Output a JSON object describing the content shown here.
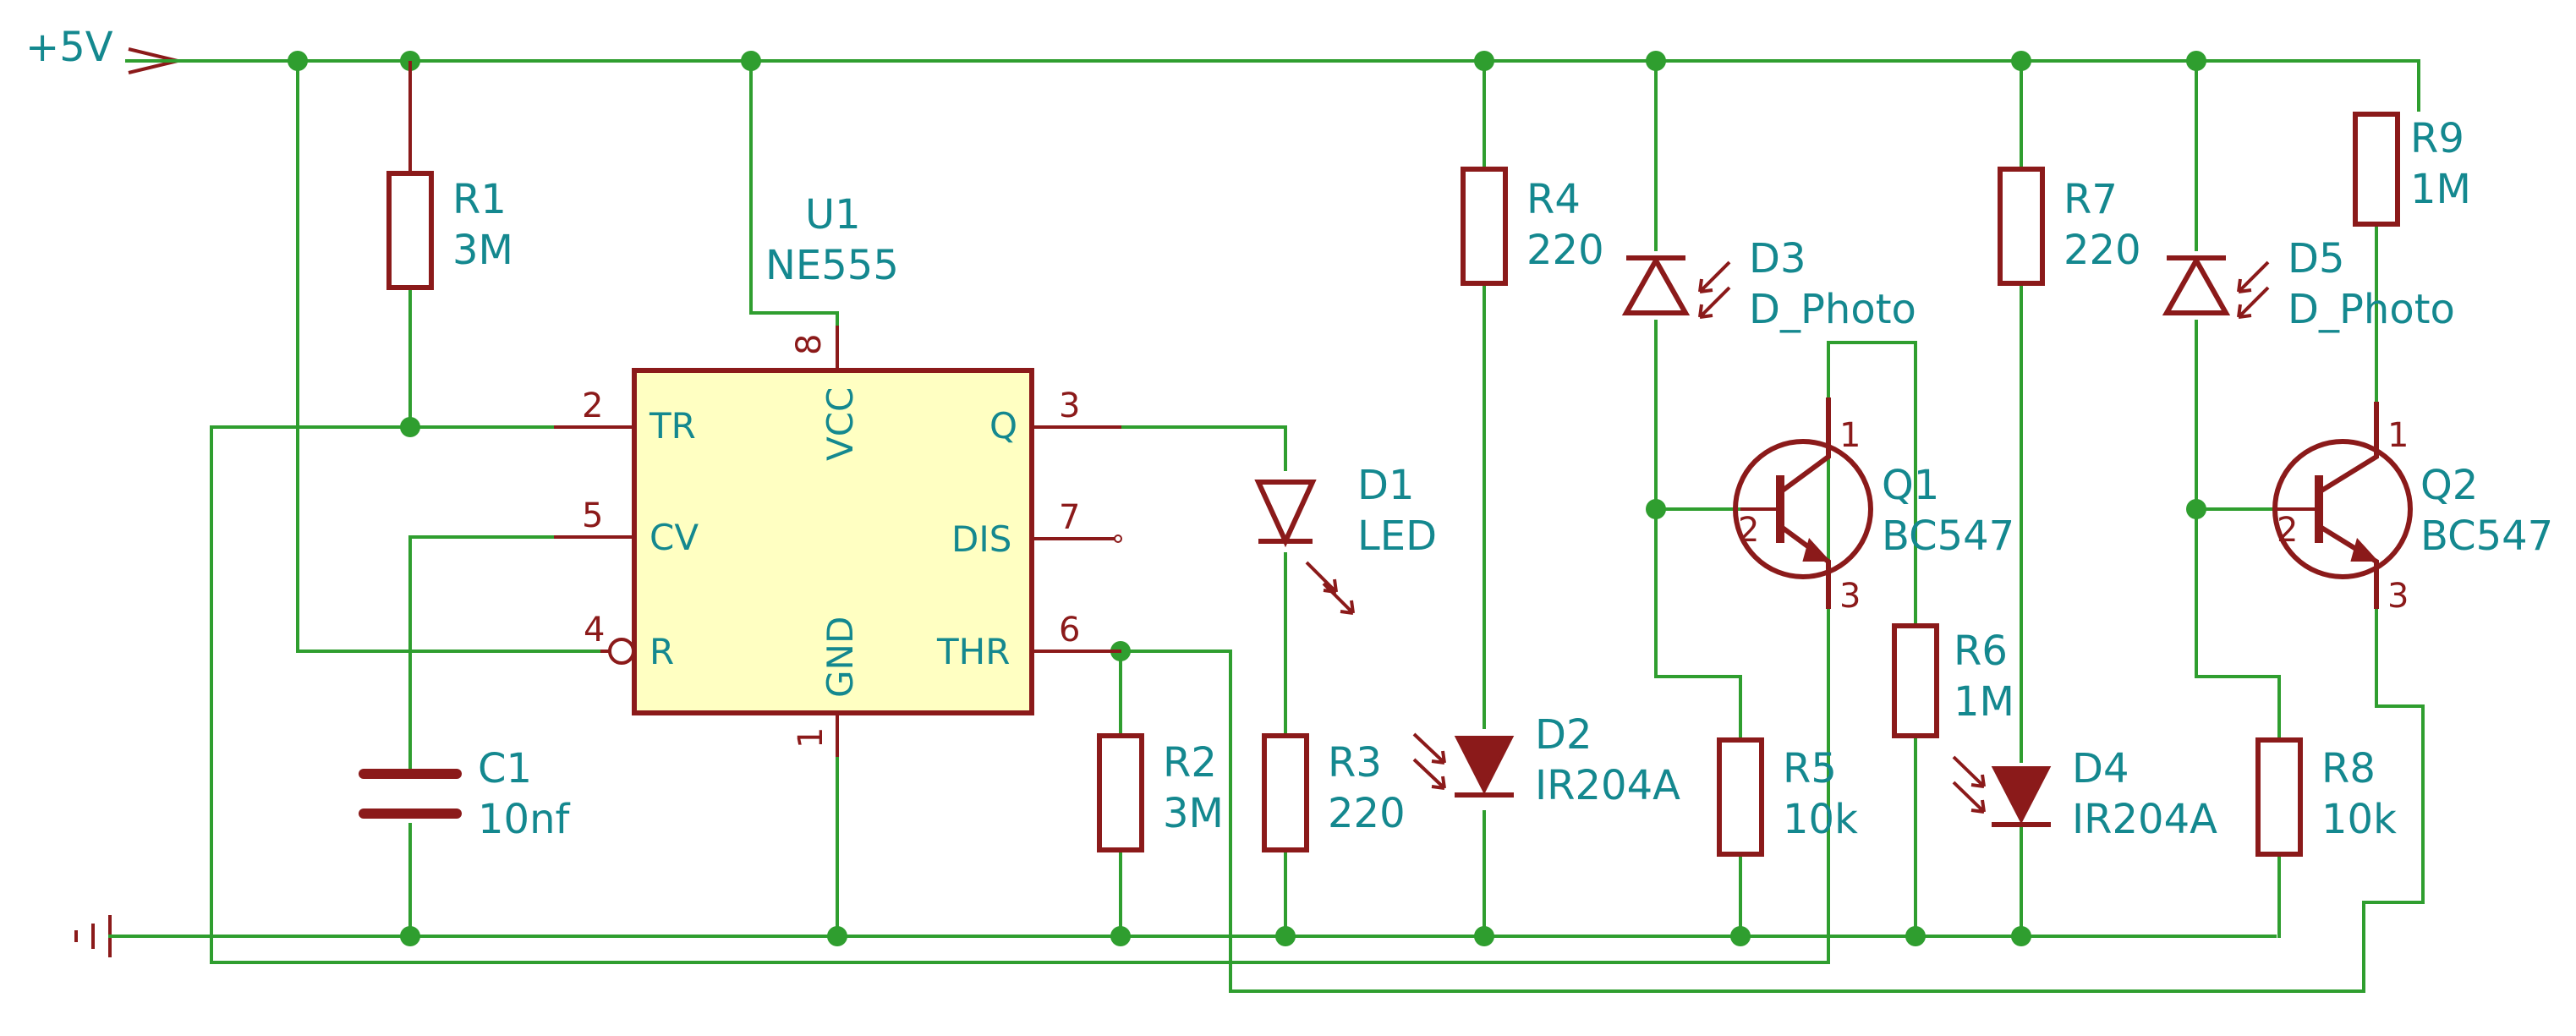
{
  "power": {
    "vcc": "+5V"
  },
  "components": {
    "r1": {
      "ref": "R1",
      "value": "3M"
    },
    "r2": {
      "ref": "R2",
      "value": "3M"
    },
    "r3": {
      "ref": "R3",
      "value": "220"
    },
    "r4": {
      "ref": "R4",
      "value": "220"
    },
    "r5": {
      "ref": "R5",
      "value": "10k"
    },
    "r6": {
      "ref": "R6",
      "value": "1M"
    },
    "r7": {
      "ref": "R7",
      "value": "220"
    },
    "r8": {
      "ref": "R8",
      "value": "10k"
    },
    "r9": {
      "ref": "R9",
      "value": "1M"
    },
    "c1": {
      "ref": "C1",
      "value": "10nf"
    },
    "u1": {
      "ref": "U1",
      "value": "NE555"
    },
    "d1": {
      "ref": "D1",
      "value": "LED"
    },
    "d2": {
      "ref": "D2",
      "value": "IR204A"
    },
    "d3": {
      "ref": "D3",
      "value": "D_Photo"
    },
    "d4": {
      "ref": "D4",
      "value": "IR204A"
    },
    "d5": {
      "ref": "D5",
      "value": "D_Photo"
    },
    "q1": {
      "ref": "Q1",
      "value": "BC547"
    },
    "q2": {
      "ref": "Q2",
      "value": "BC547"
    }
  },
  "ne555": {
    "pins": [
      {
        "num": "8",
        "name": "VCC"
      },
      {
        "num": "2",
        "name": "TR"
      },
      {
        "num": "5",
        "name": "CV"
      },
      {
        "num": "4",
        "name": "R"
      },
      {
        "num": "1",
        "name": "GND"
      },
      {
        "num": "3",
        "name": "Q"
      },
      {
        "num": "7",
        "name": "DIS"
      },
      {
        "num": "6",
        "name": "THR"
      }
    ]
  },
  "transistor_pins": {
    "collector": "1",
    "base": "2",
    "emitter": "3"
  },
  "colors": {
    "wire": "#2f9e2f",
    "part": "#8b1a1a",
    "label": "#14888f",
    "ic_fill": "#ffffc2"
  }
}
